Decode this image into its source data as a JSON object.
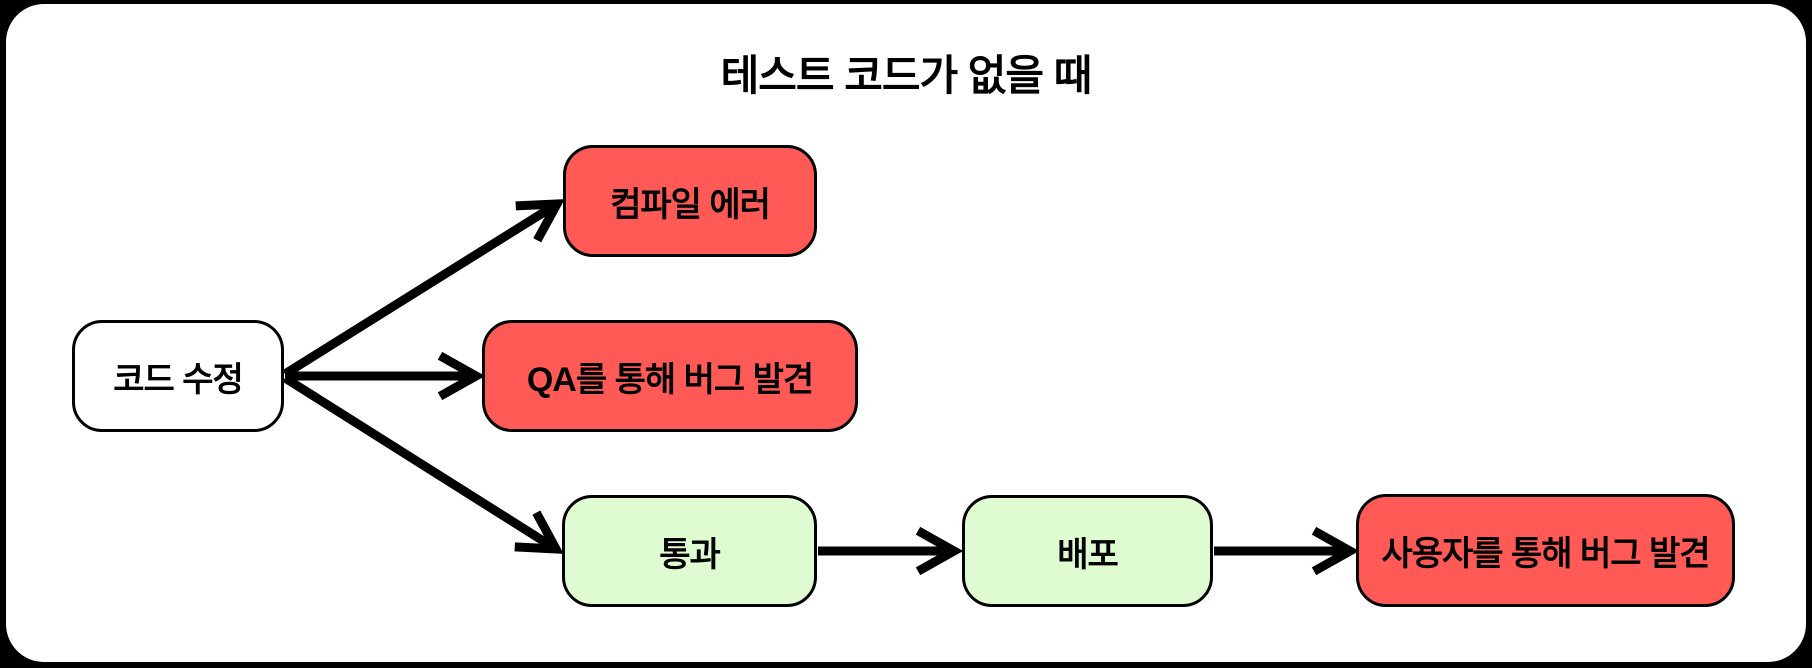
{
  "diagram": {
    "title": "테스트 코드가 없을 때",
    "type": "flowchart",
    "colors": {
      "page_background": "#000000",
      "canvas_background": "#ffffff",
      "node_stroke": "#000000",
      "arrow": "#000000",
      "error_fill": "#ff5a55",
      "success_fill": "#defbd1",
      "neutral_fill": "#ffffff",
      "text": "#000000"
    },
    "nodes": {
      "code_edit": {
        "label": "코드 수정",
        "state": "neutral"
      },
      "compile_error": {
        "label": "컴파일 에러",
        "state": "error"
      },
      "qa_bug": {
        "label": "QA를 통해 버그 발견",
        "state": "error"
      },
      "pass": {
        "label": "통과",
        "state": "success"
      },
      "deploy": {
        "label": "배포",
        "state": "success"
      },
      "user_bug": {
        "label": "사용자를 통해 버그 발견",
        "state": "error"
      }
    },
    "edges": [
      {
        "from": "code_edit",
        "to": "compile_error"
      },
      {
        "from": "code_edit",
        "to": "qa_bug"
      },
      {
        "from": "code_edit",
        "to": "pass"
      },
      {
        "from": "pass",
        "to": "deploy"
      },
      {
        "from": "deploy",
        "to": "user_bug"
      }
    ]
  }
}
